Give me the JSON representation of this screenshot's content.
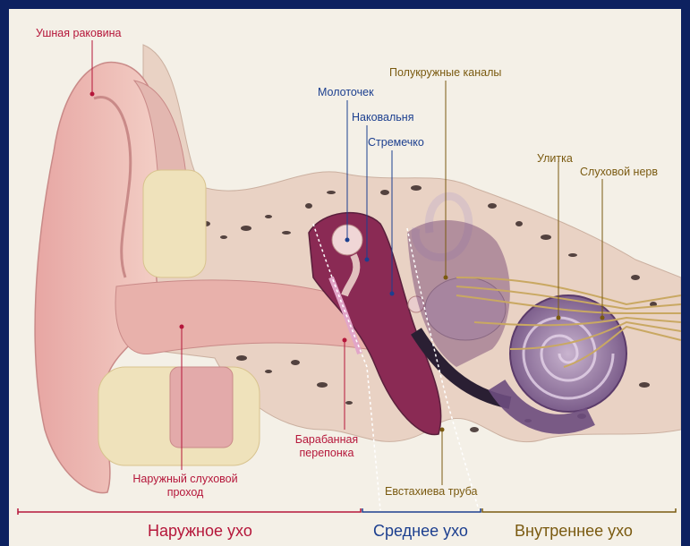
{
  "labels": {
    "pinna": "Ушная раковина",
    "malleus": "Молоточек",
    "incus": "Наковальня",
    "stapes": "Стремечко",
    "semicircular_canals": "Полукружные каналы",
    "cochlea": "Улитка",
    "auditory_nerve": "Слуховой нерв",
    "ear_canal_line1": "Наружный слуховой",
    "ear_canal_line2": "проход",
    "eardrum_line1": "Барабанная",
    "eardrum_line2": "перепонка",
    "eustachian_tube": "Евстахиева труба"
  },
  "sections": {
    "outer": "Наружное ухо",
    "middle": "Среднее ухо",
    "inner": "Внутреннее ухо"
  },
  "colors": {
    "outer": "#b5163a",
    "middle": "#1c3f8f",
    "inner": "#7a5a10",
    "frame": "#0d2160"
  }
}
